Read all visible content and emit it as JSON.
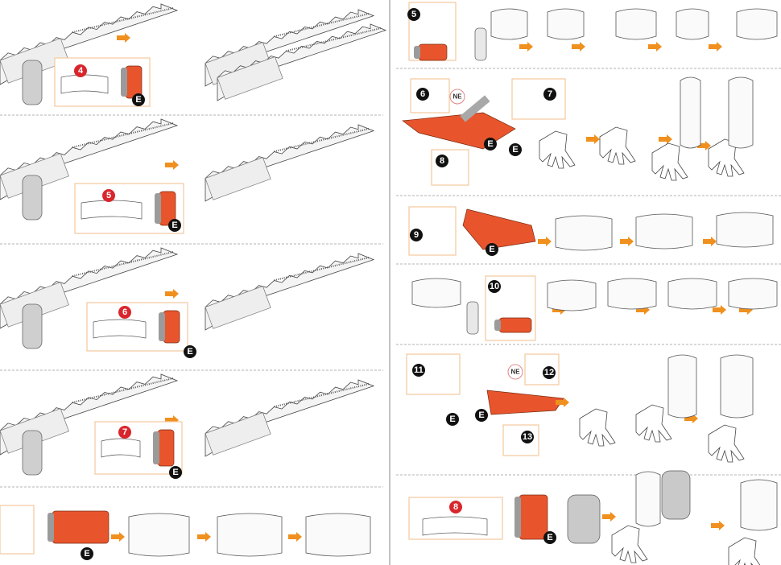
{
  "colors": {
    "accent_orange": "#f0901e",
    "part_red": "#e8552d",
    "badge_red": "#d8262c",
    "badge_black": "#111111",
    "box_border": "#f3c99c",
    "model_grey": "#bdbdbd",
    "divider": "#9a9a9a"
  },
  "left_panels": [
    {
      "step": "4",
      "mark": "E"
    },
    {
      "step": "5",
      "mark": "E"
    },
    {
      "step": "6",
      "mark": "E"
    },
    {
      "step": "7",
      "mark": "E"
    },
    {
      "mark": "E"
    }
  ],
  "right_panels": [
    {
      "steps": [
        "5"
      ]
    },
    {
      "steps": [
        "6",
        "7",
        "8"
      ],
      "marks": [
        "E",
        "E"
      ],
      "note": "NE"
    },
    {
      "steps": [
        "9"
      ],
      "marks": [
        "E"
      ]
    },
    {
      "steps": [
        "10"
      ]
    },
    {
      "steps": [
        "11",
        "12",
        "13"
      ],
      "marks": [
        "E",
        "E"
      ],
      "note": "NE"
    },
    {
      "steps": [
        "8"
      ],
      "marks": [
        "E"
      ]
    }
  ]
}
